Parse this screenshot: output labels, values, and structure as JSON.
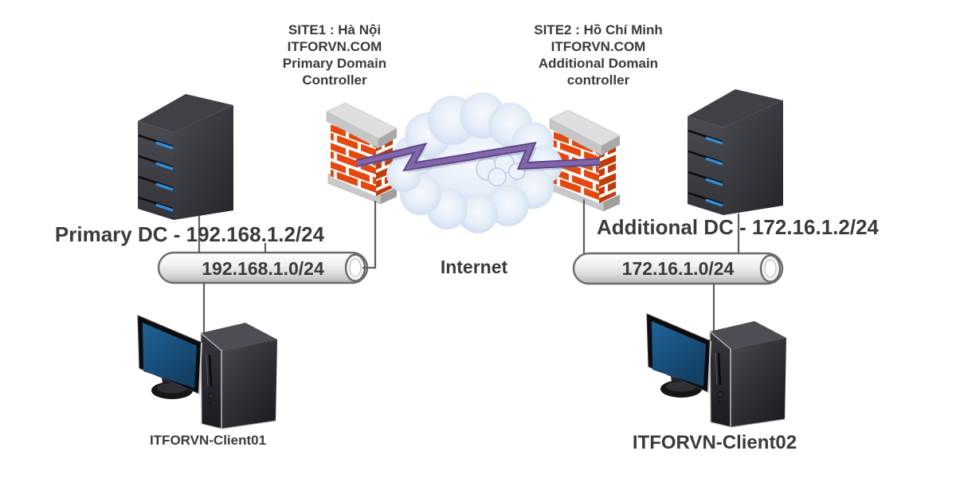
{
  "sites": [
    {
      "id": "site1",
      "title_lines": [
        "SITE1 : Hà Nội",
        "ITFORVN.COM",
        "Primary Domain",
        "Controller"
      ],
      "dc_label": "Primary DC - 192.168.1.2/24",
      "subnet_label": "192.168.1.0/24",
      "client_label": "ITFORVN-Client01"
    },
    {
      "id": "site2",
      "title_lines": [
        "SITE2 : Hồ Chí Minh",
        "ITFORVN.COM",
        "Additional Domain",
        "controller"
      ],
      "dc_label": "Additional DC - 172.16.1.2/24",
      "subnet_label": "172.16.1.0/24",
      "client_label": "ITFORVN-Client02"
    }
  ],
  "internet_label": "Internet",
  "icons": {
    "server": "server-tower-icon",
    "firewall": "brick-firewall-icon",
    "cloud": "internet-cloud-icon",
    "lightning": "wan-link-lightning-icon",
    "pipe": "subnet-pipe-icon",
    "client": "desktop-computer-icon"
  },
  "colors": {
    "background": "#FFFFFF",
    "text": "#3A3A3A",
    "brick_front": "#E5480E",
    "brick_side": "#C03C08",
    "lightning_purple": "#7C5CA7",
    "cloud_blue": "#C8D8EC",
    "led_blue": "#2E8FE0",
    "screen_blue": "#1F6398",
    "pipe_gray": "#6A6A6A",
    "connector_gray": "#5F5F5F"
  }
}
